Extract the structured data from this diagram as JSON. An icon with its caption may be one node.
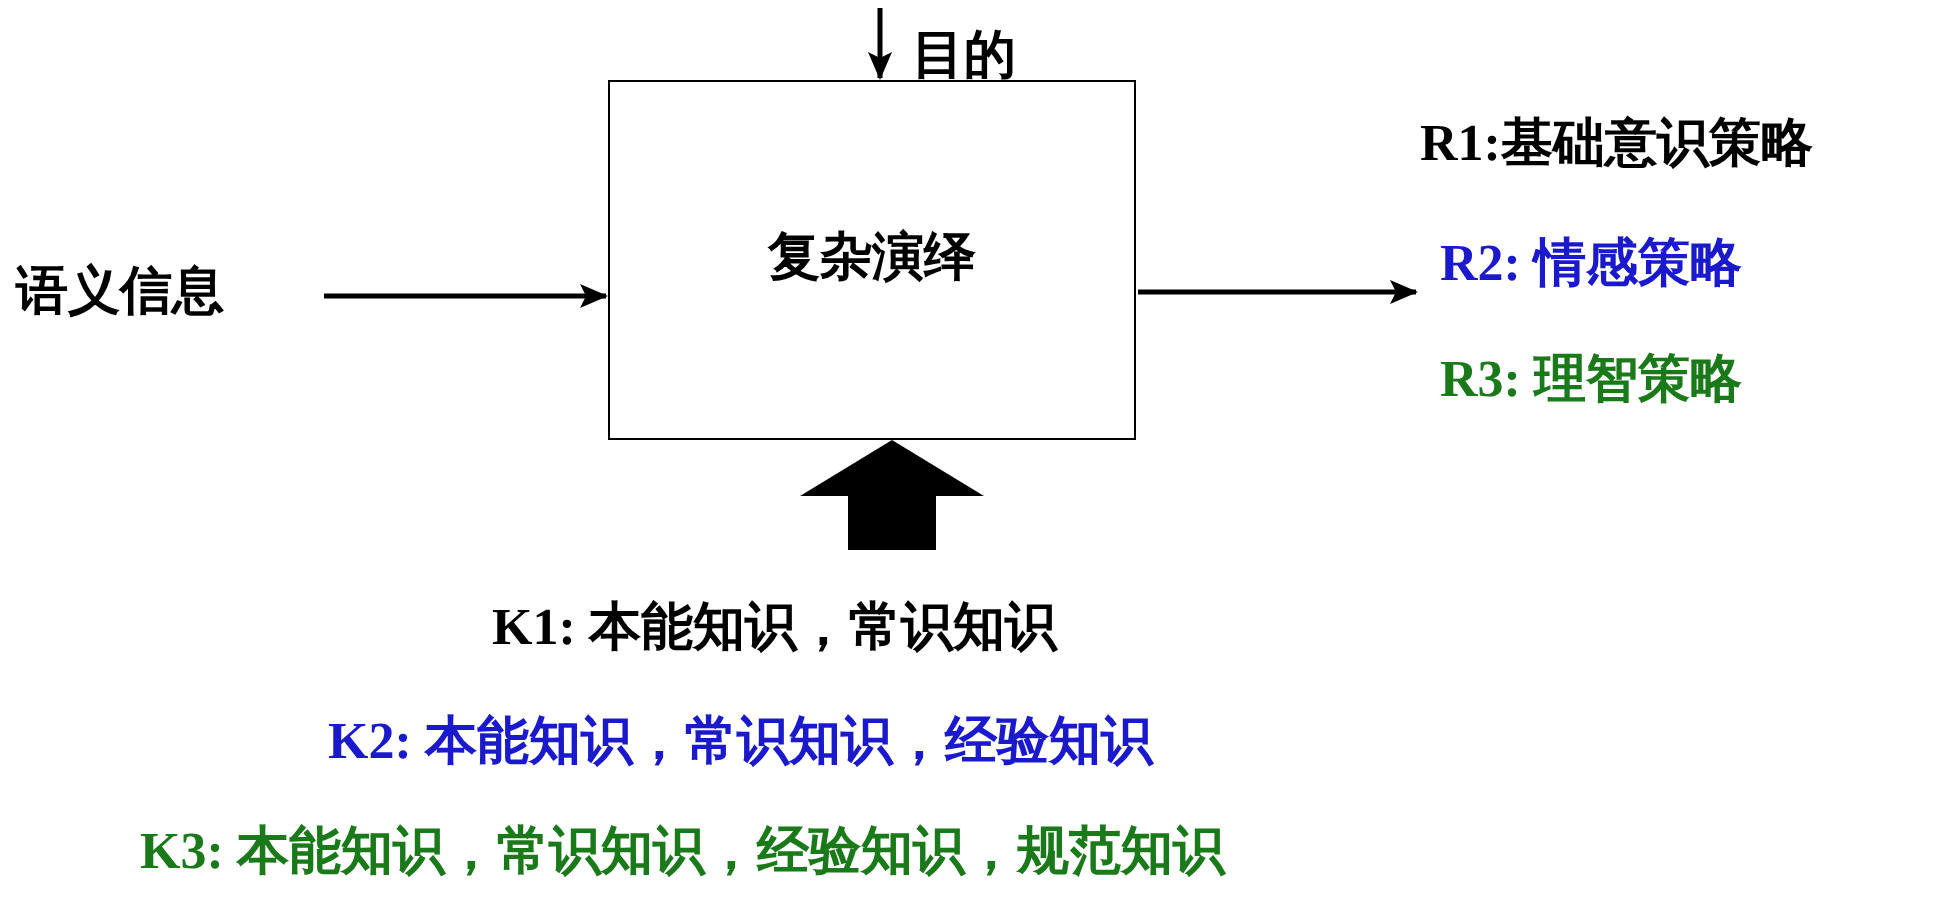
{
  "diagram": {
    "nodes": [
      {
        "text": [
          "语义信息"
        ]
      },
      {
        "text": [
          "目的"
        ]
      },
      {
        "text": [
          "复杂演绎"
        ]
      },
      {
        "text": [
          "R1:基础意识策略"
        ]
      },
      {
        "text": [
          "R2: 情感策略"
        ]
      },
      {
        "text": [
          "R3: 理智策略"
        ]
      },
      {
        "text": [
          "K1: 本能知识，常识知识"
        ]
      },
      {
        "text": [
          "K2: 本能知识，常识知识，经验知识"
        ]
      },
      {
        "text": [
          "K3: 本能知识，常识知识，经验知识，规范知识"
        ]
      }
    ],
    "edges": [
      {
        "from": 1,
        "to": 2,
        "arrow": "to"
      },
      {
        "from": 0,
        "to": 2,
        "arrow": "to"
      },
      {
        "from": 2,
        "to": 4,
        "arrow": "to"
      },
      {
        "from": 6,
        "to": 2,
        "arrow": "to",
        "style": "thick"
      }
    ]
  }
}
